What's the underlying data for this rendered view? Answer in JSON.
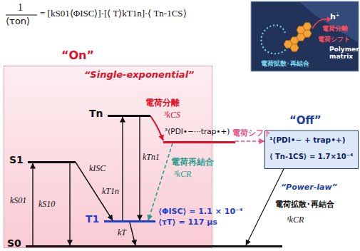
{
  "diagram": {
    "nodes": [
      {
        "text": [
          "“On”",
          "“Single-exponential”"
        ]
      },
      {
        "text": [
          "Tn"
        ],
        "in": 0
      },
      {
        "text": [
          "³(PDI•−···trap•+)"
        ],
        "in": 0
      },
      {
        "text": [
          "S1"
        ],
        "in": 0
      },
      {
        "text": [
          "T1",
          "⟨ΦISC⟩ = 1.1 × 10⁻⁴",
          "⟨τT⟩ = 117 μs"
        ],
        "in": 0
      },
      {
        "text": [
          "S0"
        ],
        "in": 0
      },
      {
        "text": [
          "“Off”",
          "¹(PDI•− + trap•+)",
          "⟨ Tn-1CS⟩ = 1.7×10⁻⁴"
        ]
      }
    ],
    "edges": [
      {
        "from": 5,
        "to": 3,
        "arrow": "to",
        "label": "kS01"
      },
      {
        "from": 3,
        "to": 5,
        "arrow": "to",
        "label": "kS10"
      },
      {
        "from": 3,
        "to": 4,
        "arrow": "to",
        "label": "kISC"
      },
      {
        "from": 4,
        "to": 1,
        "arrow": "to",
        "label": "kT1n"
      },
      {
        "from": 1,
        "to": 4,
        "arrow": "to",
        "label": "kTn1"
      },
      {
        "from": 4,
        "to": 5,
        "arrow": "to",
        "label": "kT"
      },
      {
        "from": 1,
        "to": 2,
        "arrow": "to",
        "label": "電荷分離"
      },
      {
        "from": 2,
        "to": 4,
        "arrow": "to",
        "label": "電荷再結合"
      },
      {
        "from": 2,
        "to": 6,
        "arrow": "to",
        "label": "電荷シフト"
      },
      {
        "from": 6,
        "to": 5,
        "arrow": "to",
        "label": "電荷拡散･再結合"
      }
    ],
    "labels": [
      "1",
      "⟨τon⟩",
      "= [kS01⟨ΦISC⟩]·[⟨ T⟩kT1n]·⟨ Tn-1CS⟩",
      "h⁺",
      "電荷分離",
      "電荷シフト",
      "電荷拡散･再結合",
      "Polymer matrix",
      "³kCS",
      "³kCR",
      "“Power-law”",
      "¹kCR"
    ]
  }
}
